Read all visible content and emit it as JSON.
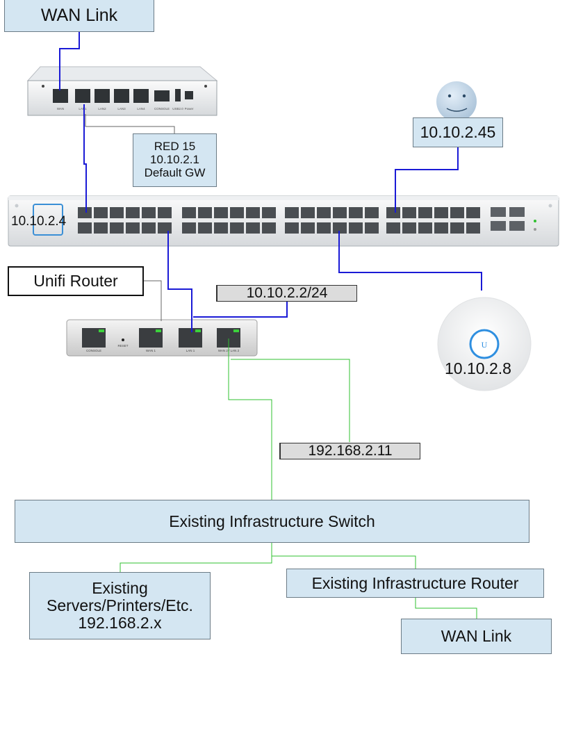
{
  "nodes": {
    "wan_top": "WAN Link",
    "red15": [
      "RED 15",
      "10.10.2.1",
      "Default GW"
    ],
    "ip_45": "10.10.2.45",
    "switch_ip": "10.10.2.4",
    "unifi_router": "Unifi Router",
    "ip_2_24": "10.10.2.2/24",
    "ap_ip": "10.10.2.8",
    "ip_192_11": "192.168.2.11",
    "infra_switch": "Existing Infrastructure Switch",
    "servers": [
      "Existing",
      "Servers/Printers/Etc.",
      "192.168.2.x"
    ],
    "infra_router": "Existing Infrastructure Router",
    "wan_bottom": "WAN Link"
  },
  "device_labels": {
    "red_ports": [
      "WAN",
      "LAN1",
      "LAN2",
      "LAN3",
      "LAN4",
      "CONSOLE",
      "USB2.0",
      "Power"
    ],
    "usg_ports": [
      "CONSOLE",
      "RESET",
      "WAN 1",
      "LAN 1",
      "WAN 2 / LAN 2"
    ],
    "ap_logo": "U"
  },
  "colors": {
    "blue_link": "#1a1ad6",
    "green_link": "#2fc02f",
    "gray_link": "#666666",
    "box_fill": "#d4e6f2"
  }
}
